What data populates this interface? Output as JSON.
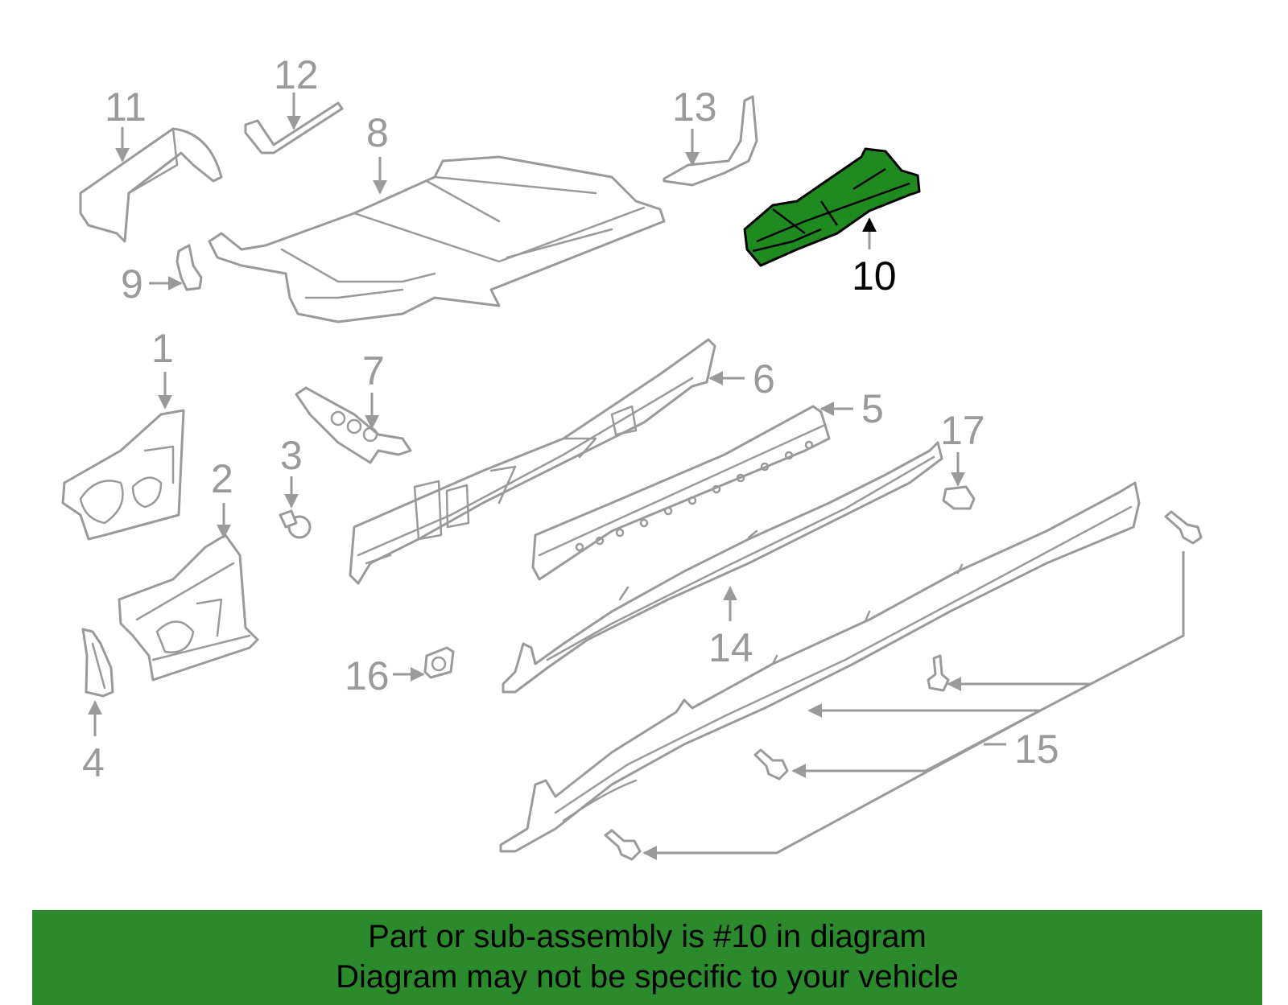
{
  "diagram": {
    "callouts": [
      "1",
      "2",
      "3",
      "4",
      "5",
      "6",
      "7",
      "8",
      "9",
      "10",
      "11",
      "12",
      "13",
      "14",
      "15",
      "16",
      "17"
    ],
    "highlighted_callout": "10",
    "colors": {
      "line": "#9a9a9a",
      "highlight_fill": "#1f8a1f",
      "banner": "#2b8a2b"
    }
  },
  "banner": {
    "line1": "Part or sub-assembly is #10 in diagram",
    "line2": "Diagram may not be specific to your vehicle"
  }
}
